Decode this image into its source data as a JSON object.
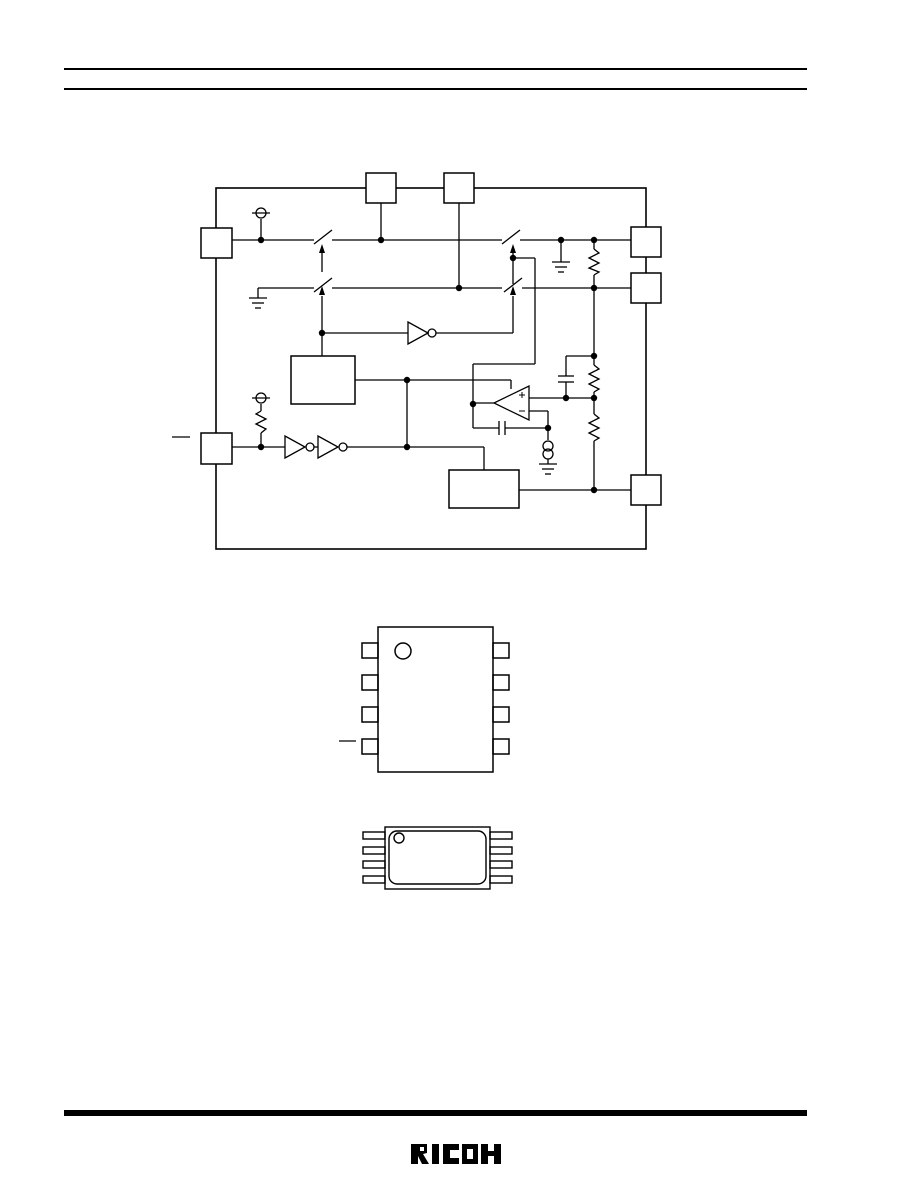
{
  "page": {
    "colors": {
      "ink": "#000000",
      "paper": "#ffffff"
    },
    "brand_logo": {
      "text": "RICOH",
      "icon": "ricoh-logo"
    }
  },
  "block_diagram": {
    "description_icons": [
      "p-channel-switch-icon",
      "n-channel-switch-icon",
      "inverter-icon",
      "op-amp-icon",
      "current-source-icon",
      "resistor-icon",
      "capacitor-icon",
      "ground-icon"
    ]
  },
  "package_dip8": {
    "pins_per_side": 4,
    "icon": "pin1-marker-icon"
  },
  "package_tssop8": {
    "pins_per_side": 4,
    "icon": "pin1-marker-icon"
  }
}
